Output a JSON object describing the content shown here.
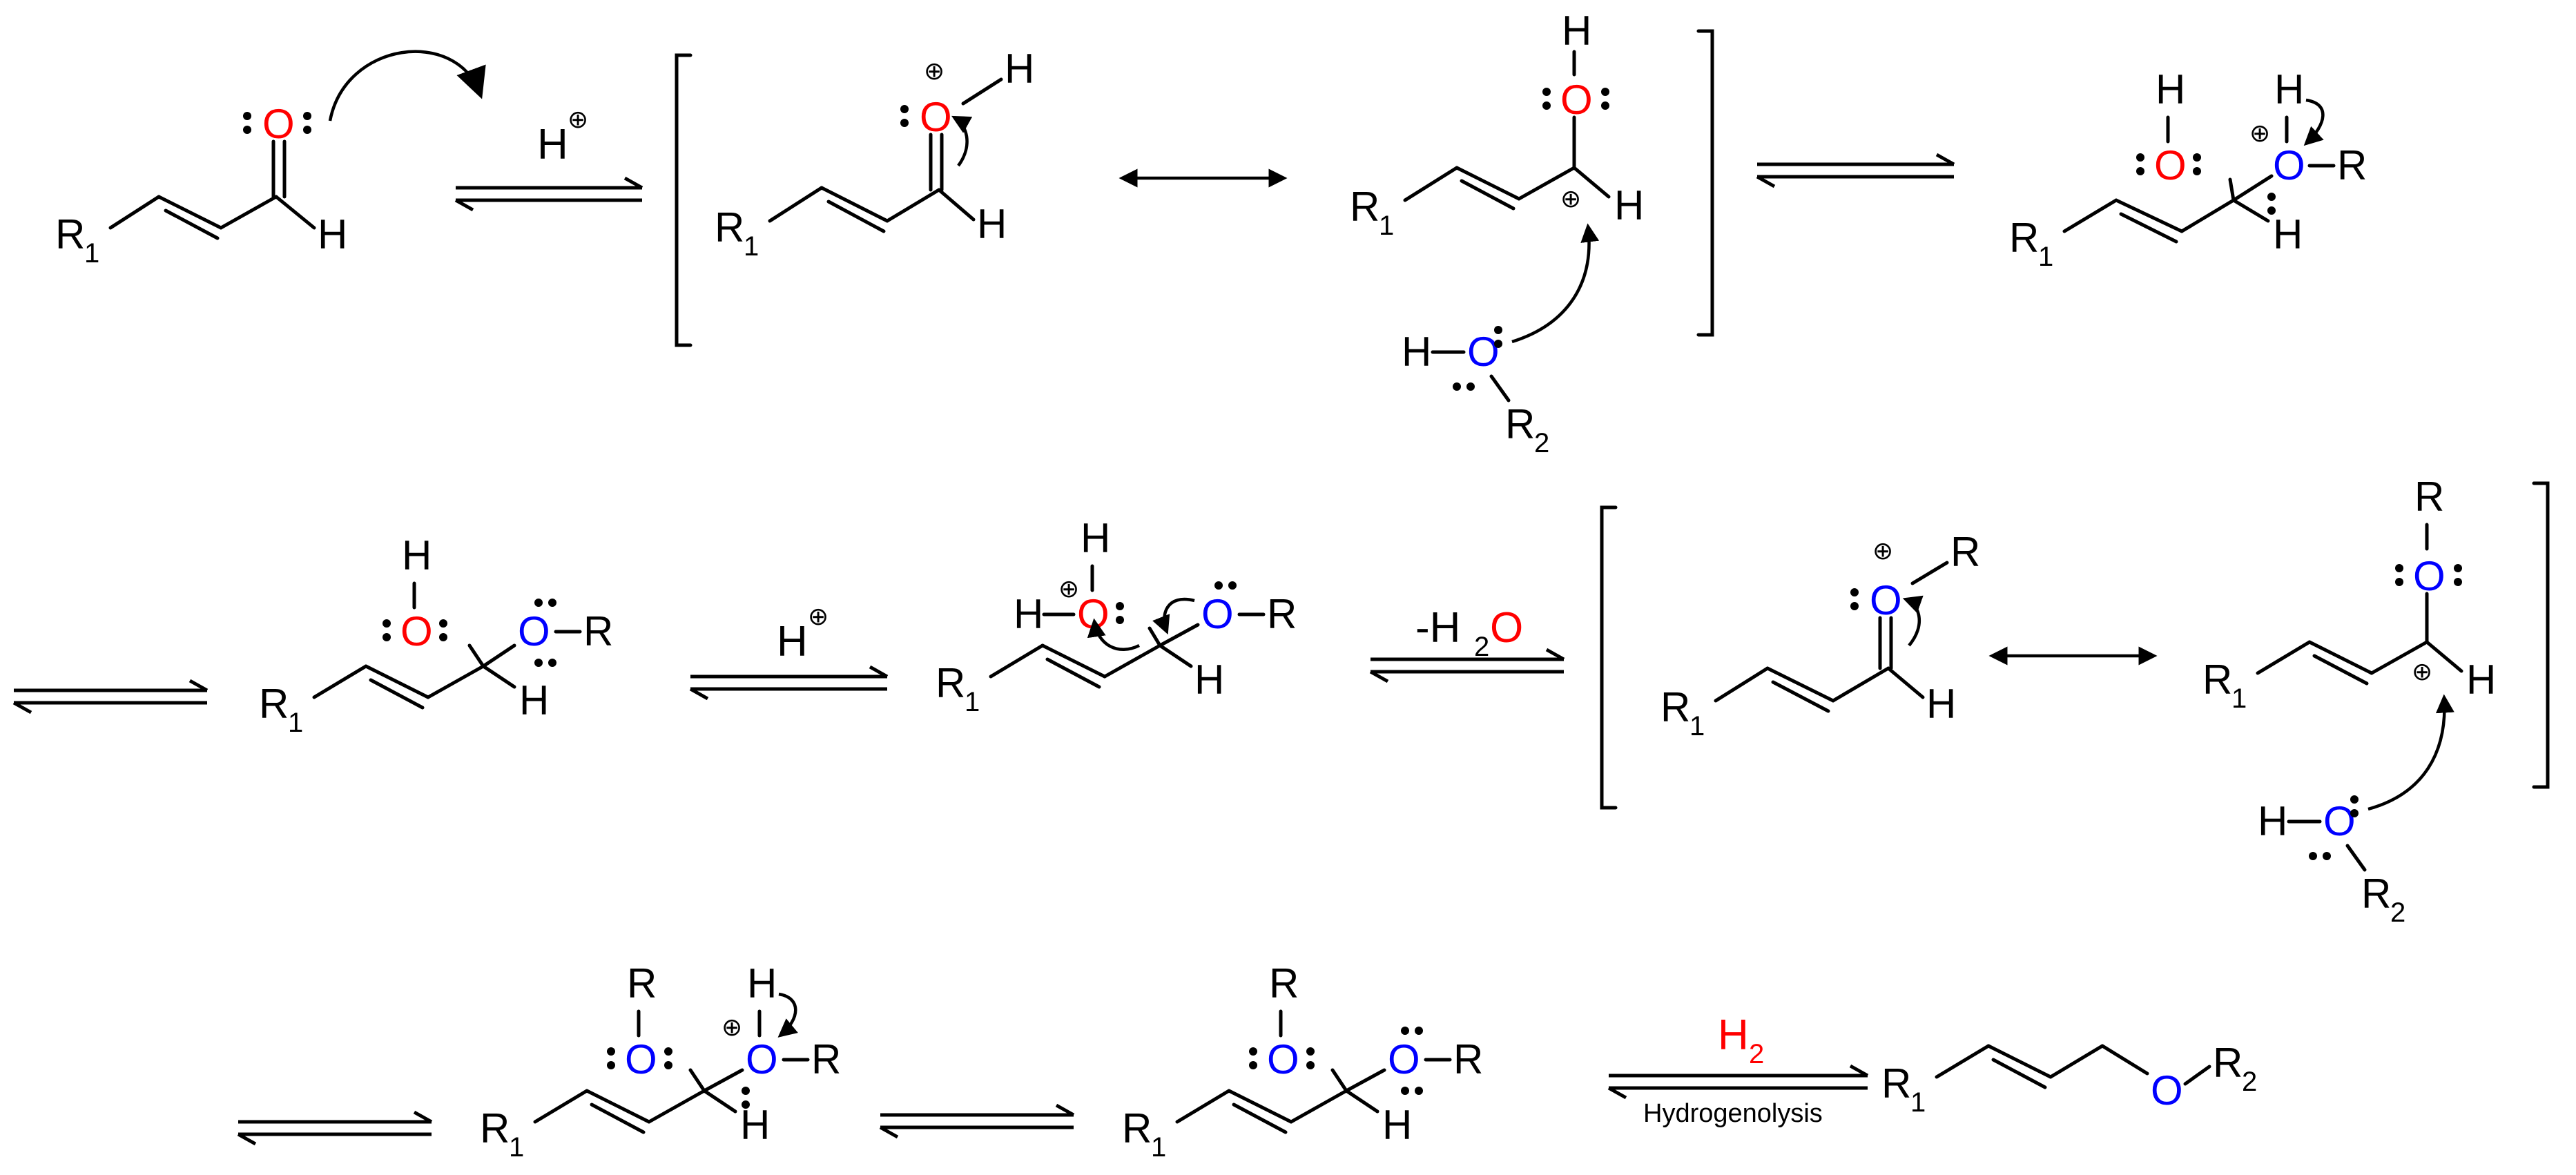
{
  "colors": {
    "oxygen_carbonyl": "#ff0000",
    "oxygen_alcohol": "#0000ff",
    "reagent_highlight": "#ff0000",
    "ink": "#000000"
  },
  "atoms": {
    "O": "O",
    "H": "H",
    "R": "R",
    "R1": "R",
    "R2": "R",
    "sub1": "1",
    "sub2": "2",
    "plus": "⊕"
  },
  "reagents": {
    "protonation": "H",
    "protonation_charge": "⊕",
    "dehydration_minus": "-H",
    "dehydration_sub": "2",
    "dehydration_O": "O",
    "hydrogen": "H",
    "hydrogen_sub": "2",
    "hydrogenolysis": "Hydrogenolysis"
  }
}
